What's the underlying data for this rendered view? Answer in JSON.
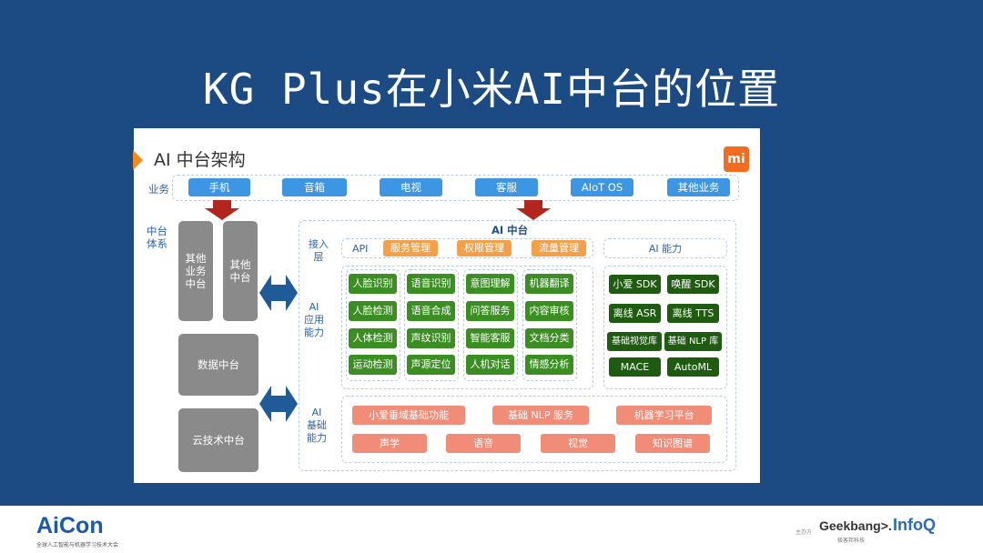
{
  "slide": {
    "title": "KG Plus在小米AI中台的位置"
  },
  "diagram": {
    "title": "AI 中台架构",
    "logo_text": "mi",
    "business": {
      "label": "业务",
      "items": [
        "手机",
        "音箱",
        "电视",
        "客服",
        "AIoT OS",
        "其他业务"
      ]
    },
    "middle_system": {
      "label": "中台\n体系",
      "boxes": [
        "其他\n业务\n中台",
        "其他\n中台",
        "数据中台",
        "云技术中台"
      ]
    },
    "ai_platform": {
      "title": "AI 中台",
      "access_label": "接入\n层",
      "api_label": "API",
      "api_items": [
        "服务管理",
        "权限管理",
        "流量管理"
      ],
      "capability_title": "AI 能力",
      "app_label": "AI\n应用\n能力",
      "app_columns": [
        [
          "人脸识别",
          "人脸检测",
          "人体检测",
          "运动检测"
        ],
        [
          "语音识别",
          "语音合成",
          "声纹识别",
          "声源定位"
        ],
        [
          "意图理解",
          "问答服务",
          "智能客服",
          "人机对话"
        ],
        [
          "机器翻译",
          "内容审核",
          "文档分类",
          "情感分析"
        ]
      ],
      "capabilities": [
        [
          "小爱 SDK",
          "唤醒 SDK"
        ],
        [
          "离线 ASR",
          "离线 TTS"
        ],
        [
          "基础视觉库",
          "基础 NLP 库"
        ],
        [
          "MACE",
          "AutoML"
        ]
      ],
      "base_label": "AI\n基础\n能力",
      "base_row1": [
        "小爱垂域基础功能",
        "基础 NLP 服务",
        "机器学习平台"
      ],
      "base_row2": [
        "声学",
        "语音",
        "视觉",
        "知识图谱"
      ]
    }
  },
  "footer": {
    "aicon_logo": "AiCon",
    "aicon_sub": "全球人工智能与机器学习技术大会",
    "host_label": "主办方",
    "geekbang_logo": "Geekbang>.",
    "geekbang_sub": "极客邦科技",
    "infoq_logo": "InfoQ"
  },
  "colors": {
    "background": "#1b4b82",
    "business_blue": "#3c96e4",
    "orange": "#f3a048",
    "green": "#3b8e22",
    "dark_green": "#1f5c11",
    "salmon": "#f08c78",
    "gray": "#8a8a8a",
    "arrow_red": "#b3261e",
    "arrow_blue": "#1f5b98"
  }
}
